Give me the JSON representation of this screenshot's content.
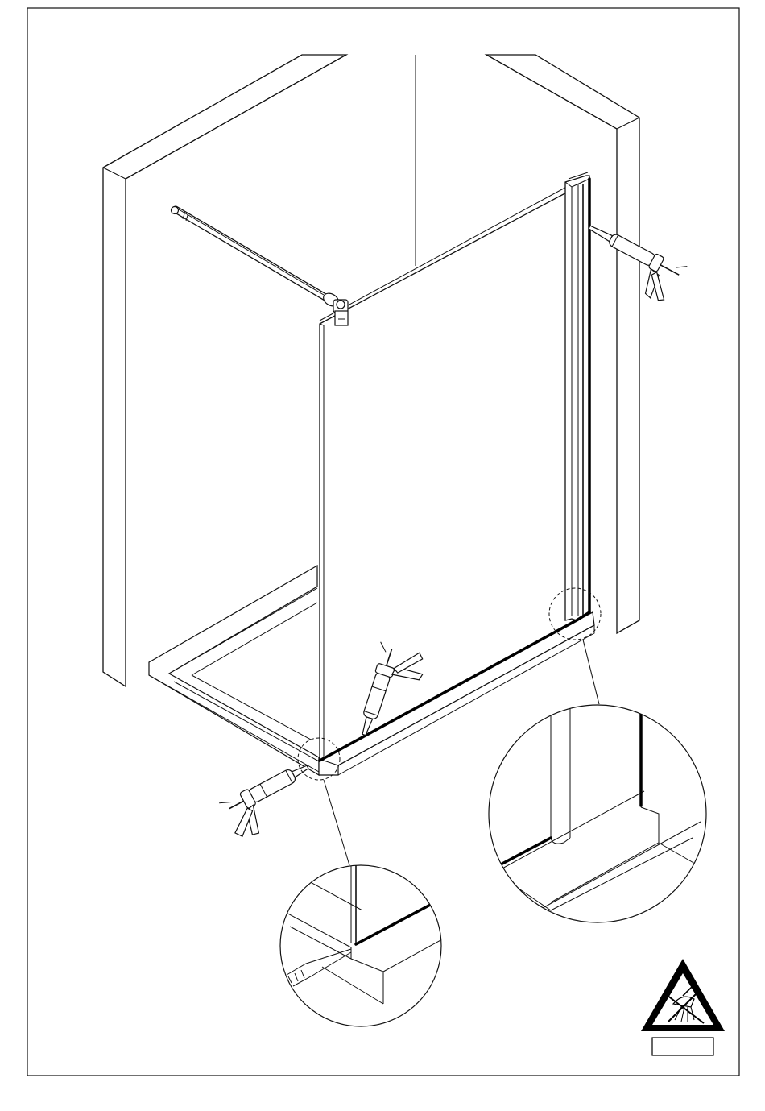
{
  "figure": {
    "frame": "sheet-border",
    "parts": [
      "wall-left",
      "wall-right",
      "shower-tray",
      "glass-panel",
      "wall-profile",
      "stabiliser-bar",
      "bar-clamp"
    ],
    "callouts": [
      "detail-circle-profile-corner",
      "detail-circle-glass-corner"
    ],
    "tools": [
      "silicone-gun-icon"
    ],
    "warning": "no-water-24h-warning-icon"
  },
  "colors": {
    "line": "#111111",
    "background": "#ffffff"
  }
}
